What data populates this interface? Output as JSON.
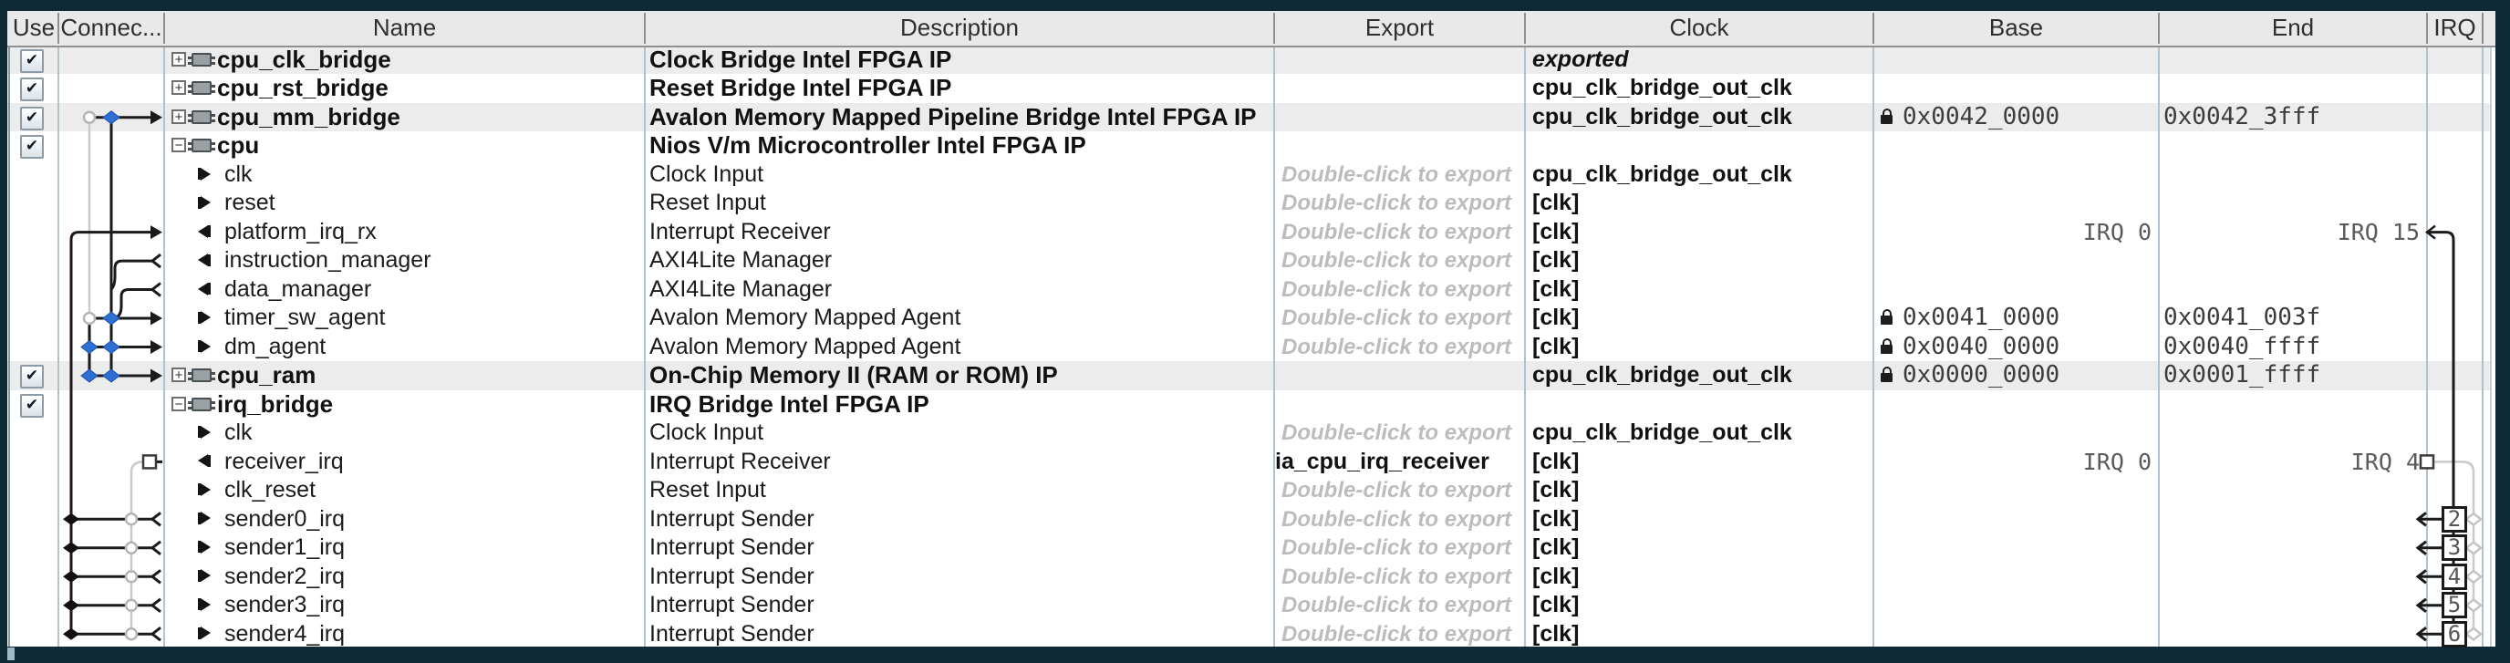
{
  "header": {
    "cols": [
      {
        "id": "use",
        "label": "Use"
      },
      {
        "id": "connections",
        "label": "Connec..."
      },
      {
        "id": "name",
        "label": "Name"
      },
      {
        "id": "description",
        "label": "Description"
      },
      {
        "id": "export",
        "label": "Export"
      },
      {
        "id": "clock",
        "label": "Clock"
      },
      {
        "id": "base",
        "label": "Base"
      },
      {
        "id": "end",
        "label": "End"
      },
      {
        "id": "irq",
        "label": "IRQ"
      }
    ]
  },
  "icons": {
    "check": "✔"
  },
  "colors": {
    "frame": "#0d2a36",
    "header_bg": "#e9e9e9",
    "row_shade": "#ececec",
    "grid_line": "#aec3cf",
    "wire_active": "#1a1a1a",
    "wire_inactive": "#c9c9c9",
    "net_diamond_blue": "#2e6fd4"
  },
  "rows": [
    {
      "name": "cpu_clk_bridge",
      "type": "component",
      "expand": "+",
      "checked": true,
      "shaded": true,
      "desc": "Clock Bridge Intel FPGA IP",
      "desc_bold": true,
      "export": "",
      "export_kind": "none",
      "clock": "exported",
      "clock_kind": "exported",
      "base": "",
      "base_lock": false,
      "base_irq": "",
      "end": "",
      "end_irq": ""
    },
    {
      "name": "cpu_rst_bridge",
      "type": "component",
      "expand": "+",
      "checked": true,
      "shaded": false,
      "desc": "Reset Bridge Intel FPGA IP",
      "desc_bold": true,
      "export": "",
      "export_kind": "none",
      "clock": "cpu_clk_bridge_out_clk",
      "clock_kind": "value",
      "base": "",
      "base_lock": false,
      "base_irq": "",
      "end": "",
      "end_irq": ""
    },
    {
      "name": "cpu_mm_bridge",
      "type": "component",
      "expand": "+",
      "checked": true,
      "shaded": true,
      "desc": "Avalon Memory Mapped Pipeline Bridge Intel FPGA IP",
      "desc_bold": true,
      "export": "",
      "export_kind": "none",
      "clock": "cpu_clk_bridge_out_clk",
      "clock_kind": "value",
      "base": "0x0042_0000",
      "base_lock": true,
      "base_irq": "",
      "end": "0x0042_3fff",
      "end_irq": ""
    },
    {
      "name": "cpu",
      "type": "component",
      "expand": "−",
      "checked": true,
      "shaded": false,
      "desc": "Nios V/m Microcontroller Intel FPGA IP",
      "desc_bold": true,
      "export": "",
      "export_kind": "none",
      "clock": "",
      "clock_kind": "none",
      "base": "",
      "base_lock": false,
      "base_irq": "",
      "end": "",
      "end_irq": ""
    },
    {
      "name": "clk",
      "type": "port",
      "port_dir": "in",
      "shaded": false,
      "desc": "Clock Input",
      "desc_bold": false,
      "export": "Double-click to export",
      "export_kind": "placeholder",
      "clock": "cpu_clk_bridge_out_clk",
      "clock_kind": "value",
      "base": "",
      "base_lock": false,
      "base_irq": "",
      "end": "",
      "end_irq": ""
    },
    {
      "name": "reset",
      "type": "port",
      "port_dir": "in",
      "shaded": false,
      "desc": "Reset Input",
      "desc_bold": false,
      "export": "Double-click to export",
      "export_kind": "placeholder",
      "clock": "[clk]",
      "clock_kind": "value",
      "base": "",
      "base_lock": false,
      "base_irq": "",
      "end": "",
      "end_irq": ""
    },
    {
      "name": "platform_irq_rx",
      "type": "port",
      "port_dir": "out",
      "shaded": false,
      "desc": "Interrupt Receiver",
      "desc_bold": false,
      "export": "Double-click to export",
      "export_kind": "placeholder",
      "clock": "[clk]",
      "clock_kind": "value",
      "base": "",
      "base_lock": false,
      "base_irq": "IRQ 0",
      "end": "",
      "end_irq": "IRQ 15"
    },
    {
      "name": "instruction_manager",
      "type": "port",
      "port_dir": "out",
      "shaded": false,
      "desc": "AXI4Lite Manager",
      "desc_bold": false,
      "export": "Double-click to export",
      "export_kind": "placeholder",
      "clock": "[clk]",
      "clock_kind": "value",
      "base": "",
      "base_lock": false,
      "base_irq": "",
      "end": "",
      "end_irq": ""
    },
    {
      "name": "data_manager",
      "type": "port",
      "port_dir": "out",
      "shaded": false,
      "desc": "AXI4Lite Manager",
      "desc_bold": false,
      "export": "Double-click to export",
      "export_kind": "placeholder",
      "clock": "[clk]",
      "clock_kind": "value",
      "base": "",
      "base_lock": false,
      "base_irq": "",
      "end": "",
      "end_irq": ""
    },
    {
      "name": "timer_sw_agent",
      "type": "port",
      "port_dir": "in",
      "shaded": false,
      "desc": "Avalon Memory Mapped Agent",
      "desc_bold": false,
      "export": "Double-click to export",
      "export_kind": "placeholder",
      "clock": "[clk]",
      "clock_kind": "value",
      "base": "0x0041_0000",
      "base_lock": true,
      "base_irq": "",
      "end": "0x0041_003f",
      "end_irq": ""
    },
    {
      "name": "dm_agent",
      "type": "port",
      "port_dir": "in",
      "shaded": false,
      "desc": "Avalon Memory Mapped Agent",
      "desc_bold": false,
      "export": "Double-click to export",
      "export_kind": "placeholder",
      "clock": "[clk]",
      "clock_kind": "value",
      "base": "0x0040_0000",
      "base_lock": true,
      "base_irq": "",
      "end": "0x0040_ffff",
      "end_irq": ""
    },
    {
      "name": "cpu_ram",
      "type": "component",
      "expand": "+",
      "checked": true,
      "shaded": true,
      "desc": "On-Chip Memory II (RAM or ROM) IP",
      "desc_bold": true,
      "export": "",
      "export_kind": "none",
      "clock": "cpu_clk_bridge_out_clk",
      "clock_kind": "value",
      "base": "0x0000_0000",
      "base_lock": true,
      "base_irq": "",
      "end": "0x0001_ffff",
      "end_irq": ""
    },
    {
      "name": "irq_bridge",
      "type": "component",
      "expand": "−",
      "checked": true,
      "shaded": false,
      "desc": "IRQ Bridge Intel FPGA IP",
      "desc_bold": true,
      "export": "",
      "export_kind": "none",
      "clock": "",
      "clock_kind": "none",
      "base": "",
      "base_lock": false,
      "base_irq": "",
      "end": "",
      "end_irq": ""
    },
    {
      "name": "clk",
      "type": "port",
      "port_dir": "in",
      "shaded": false,
      "desc": "Clock Input",
      "desc_bold": false,
      "export": "Double-click to export",
      "export_kind": "placeholder",
      "clock": "cpu_clk_bridge_out_clk",
      "clock_kind": "value",
      "base": "",
      "base_lock": false,
      "base_irq": "",
      "end": "",
      "end_irq": ""
    },
    {
      "name": "receiver_irq",
      "type": "port",
      "port_dir": "out",
      "shaded": false,
      "desc": "Interrupt Receiver",
      "desc_bold": false,
      "export": "ia_cpu_irq_receiver",
      "export_kind": "name",
      "clock": "[clk]",
      "clock_kind": "value",
      "base": "",
      "base_lock": false,
      "base_irq": "IRQ 0",
      "end": "",
      "end_irq": "IRQ 4"
    },
    {
      "name": "clk_reset",
      "type": "port",
      "port_dir": "in",
      "shaded": false,
      "desc": "Reset Input",
      "desc_bold": false,
      "export": "Double-click to export",
      "export_kind": "placeholder",
      "clock": "[clk]",
      "clock_kind": "value",
      "base": "",
      "base_lock": false,
      "base_irq": "",
      "end": "",
      "end_irq": ""
    },
    {
      "name": "sender0_irq",
      "type": "port",
      "port_dir": "in",
      "shaded": false,
      "desc": "Interrupt Sender",
      "desc_bold": false,
      "export": "Double-click to export",
      "export_kind": "placeholder",
      "clock": "[clk]",
      "clock_kind": "value",
      "base": "",
      "base_lock": false,
      "base_irq": "",
      "end": "",
      "end_irq": ""
    },
    {
      "name": "sender1_irq",
      "type": "port",
      "port_dir": "in",
      "shaded": false,
      "desc": "Interrupt Sender",
      "desc_bold": false,
      "export": "Double-click to export",
      "export_kind": "placeholder",
      "clock": "[clk]",
      "clock_kind": "value",
      "base": "",
      "base_lock": false,
      "base_irq": "",
      "end": "",
      "end_irq": ""
    },
    {
      "name": "sender2_irq",
      "type": "port",
      "port_dir": "in",
      "shaded": false,
      "desc": "Interrupt Sender",
      "desc_bold": false,
      "export": "Double-click to export",
      "export_kind": "placeholder",
      "clock": "[clk]",
      "clock_kind": "value",
      "base": "",
      "base_lock": false,
      "base_irq": "",
      "end": "",
      "end_irq": ""
    },
    {
      "name": "sender3_irq",
      "type": "port",
      "port_dir": "in",
      "shaded": false,
      "desc": "Interrupt Sender",
      "desc_bold": false,
      "export": "Double-click to export",
      "export_kind": "placeholder",
      "clock": "[clk]",
      "clock_kind": "value",
      "base": "",
      "base_lock": false,
      "base_irq": "",
      "end": "",
      "end_irq": ""
    },
    {
      "name": "sender4_irq",
      "type": "port",
      "port_dir": "in",
      "shaded": false,
      "desc": "Interrupt Sender",
      "desc_bold": false,
      "export": "Double-click to export",
      "export_kind": "placeholder",
      "clock": "[clk]",
      "clock_kind": "value",
      "base": "",
      "base_lock": false,
      "base_irq": "",
      "end": "",
      "end_irq": ""
    }
  ],
  "irq_chain": {
    "boxes": [
      "2",
      "3",
      "4",
      "5",
      "6"
    ]
  }
}
